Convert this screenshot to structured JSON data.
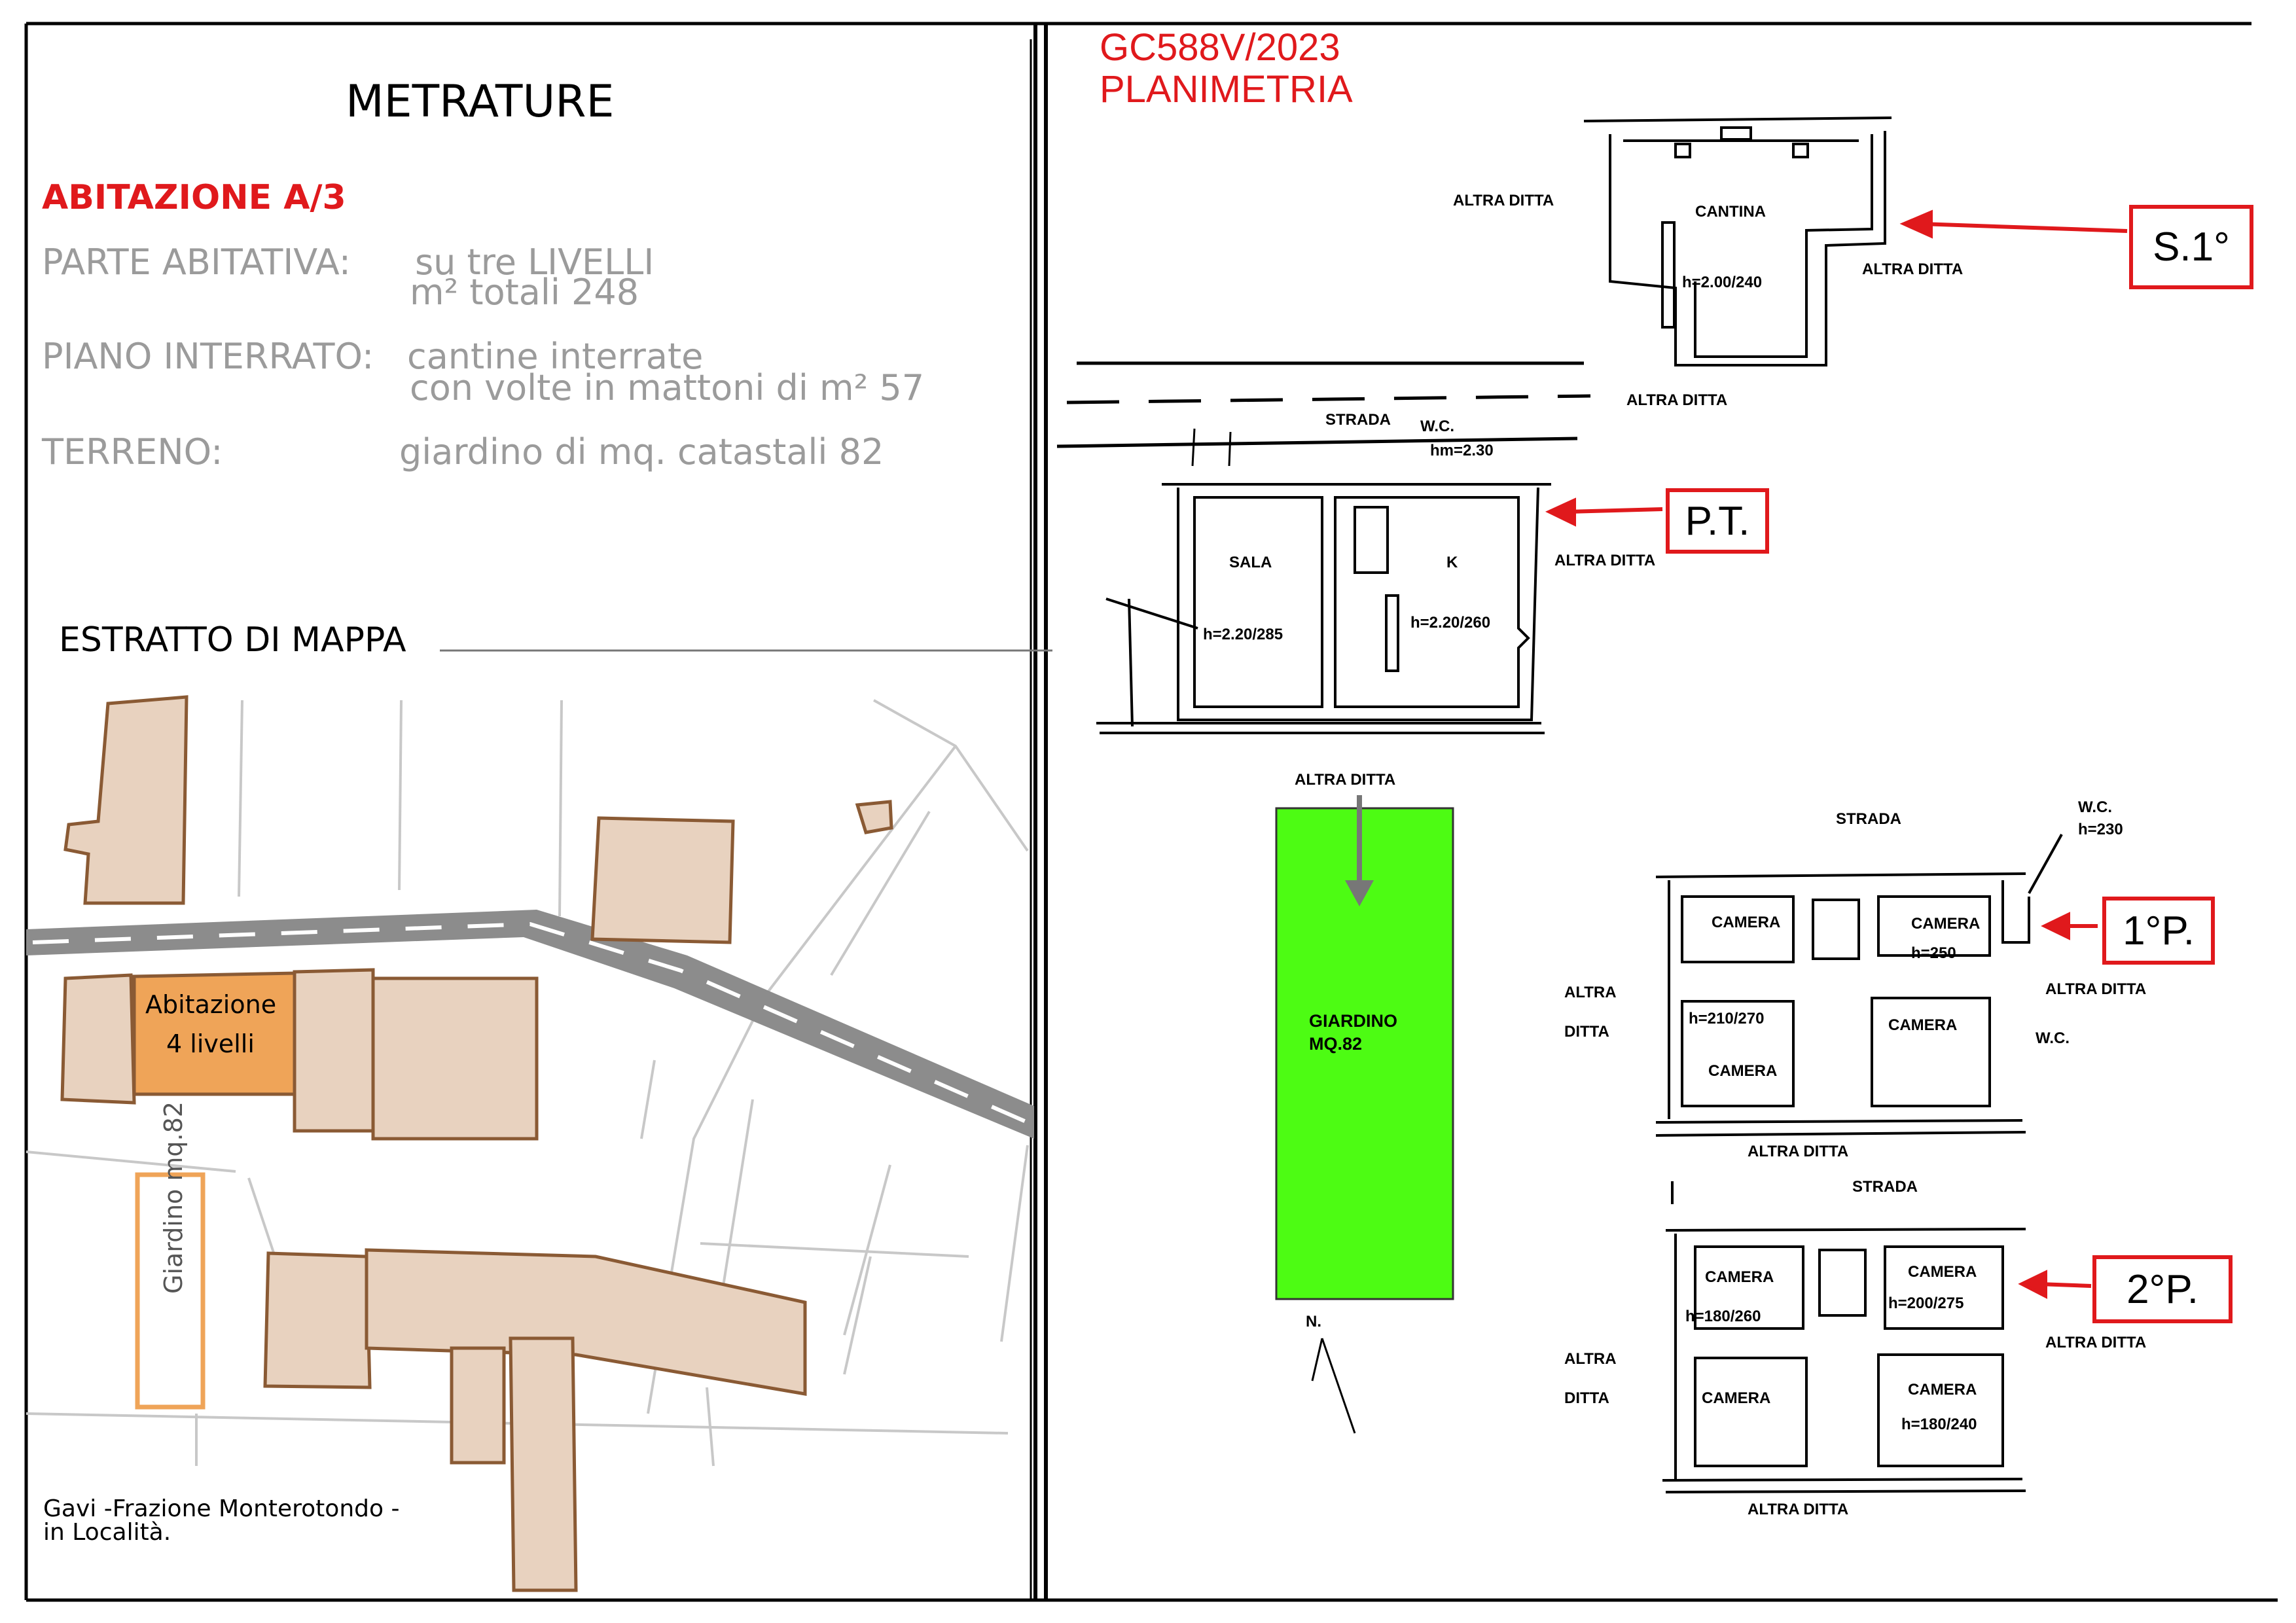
{
  "left": {
    "title": "METRATURE",
    "abitazione": "ABITAZIONE A/3",
    "parte_abitativa_label": "PARTE ABITATIVA:",
    "parte_abitativa_value1": "su tre LIVELLI",
    "parte_abitativa_value2": "m² totali 248",
    "piano_interrato_label": "PIANO INTERRATO:",
    "piano_interrato_value1": "cantine interrate",
    "piano_interrato_value2": "con volte in mattoni di m² 57",
    "terreno_label": "TERRENO:",
    "terreno_value": "giardino di mq. catastali 82",
    "estratto": "ESTRATTO DI MAPPA",
    "map": {
      "abitazione_label1": "Abitazione",
      "abitazione_label2": "4 livelli",
      "giardino_label": "Giardino mq.82",
      "location1": "Gavi -Frazione Monterotondo -",
      "location2": "in Località."
    }
  },
  "right": {
    "code": "GC588V/2023",
    "planimetria": "PLANIMETRIA",
    "floors": {
      "s1": "S.1°",
      "pt": "P.T.",
      "p1": "1°P.",
      "p2": "2°P."
    },
    "s1": {
      "altra_left": "ALTRA DITTA",
      "cantina": "CANTINA",
      "h": "h=2.00/240",
      "altra_right": "ALTRA DITTA",
      "altra_bottom": "ALTRA DITTA"
    },
    "pt": {
      "strada": "STRADA",
      "wc": "W.C.",
      "hm": "hm=2.30",
      "sala": "SALA",
      "k": "K",
      "h_sala": "h=2.20/285",
      "h_k": "h=2.20/260",
      "altra": "ALTRA DITTA"
    },
    "garden": {
      "altra": "ALTRA DITTA",
      "label1": "GIARDINO",
      "label2": "MQ.82",
      "north": "N.",
      "color": "#4dfc13"
    },
    "p1": {
      "strada": "STRADA",
      "wc": "W.C.",
      "h_wc": "h=230",
      "camera1": "CAMERA",
      "camera2": "CAMERA",
      "h250": "h=250",
      "h210": "h=210/270",
      "camera3": "CAMERA",
      "camera4": "CAMERA",
      "wc2": "W.C.",
      "altra_left1": "ALTRA",
      "altra_left2": "DITTA",
      "altra_right": "ALTRA DITTA",
      "altra_bottom": "ALTRA DITTA"
    },
    "p2": {
      "strada": "STRADA",
      "camera1": "CAMERA",
      "h180_260": "h=180/260",
      "camera2": "CAMERA",
      "h200": "h=200/275",
      "camera3": "CAMERA",
      "camera4": "CAMERA",
      "h180_240": "h=180/240",
      "altra_left1": "ALTRA",
      "altra_left2": "DITTA",
      "altra_right": "ALTRA DITTA",
      "altra_bottom": "ALTRA DITTA"
    }
  },
  "colors": {
    "accent_red": "#e0191c",
    "grey_text": "#9b9b9b",
    "building": "#e8d2bf",
    "building_edge": "#8a5a34",
    "house": "#efa458",
    "road": "#8c8c8c"
  }
}
